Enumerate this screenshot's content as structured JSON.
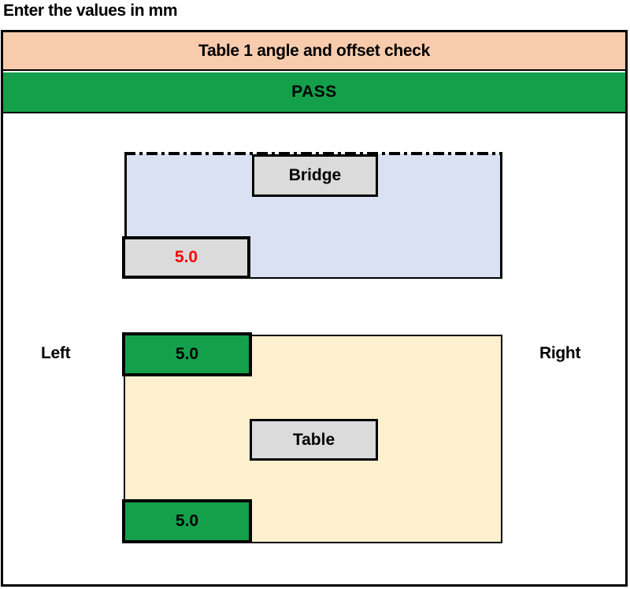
{
  "page": {
    "instruction": "Enter the values in mm"
  },
  "panel": {
    "header": {
      "title": "Table 1 angle and offset check",
      "bg": "#F8CBAD"
    },
    "status": {
      "label": "PASS",
      "bg": "#14A04B"
    }
  },
  "diagram": {
    "bridge": {
      "label": "Bridge",
      "fill": "#DAE1F3",
      "offset_value": "5.0",
      "offset_value_color": "#FF0000",
      "offset_box_bg": "#DBDBDB",
      "top_border_style": "dash-dot"
    },
    "table": {
      "label": "Table",
      "fill": "#FCF0CE",
      "top_value": "5.0",
      "bottom_value": "5.0",
      "value_box_bg": "#14A04B",
      "label_box_bg": "#DBDBDB"
    },
    "side_labels": {
      "left": "Left",
      "right": "Right"
    }
  }
}
